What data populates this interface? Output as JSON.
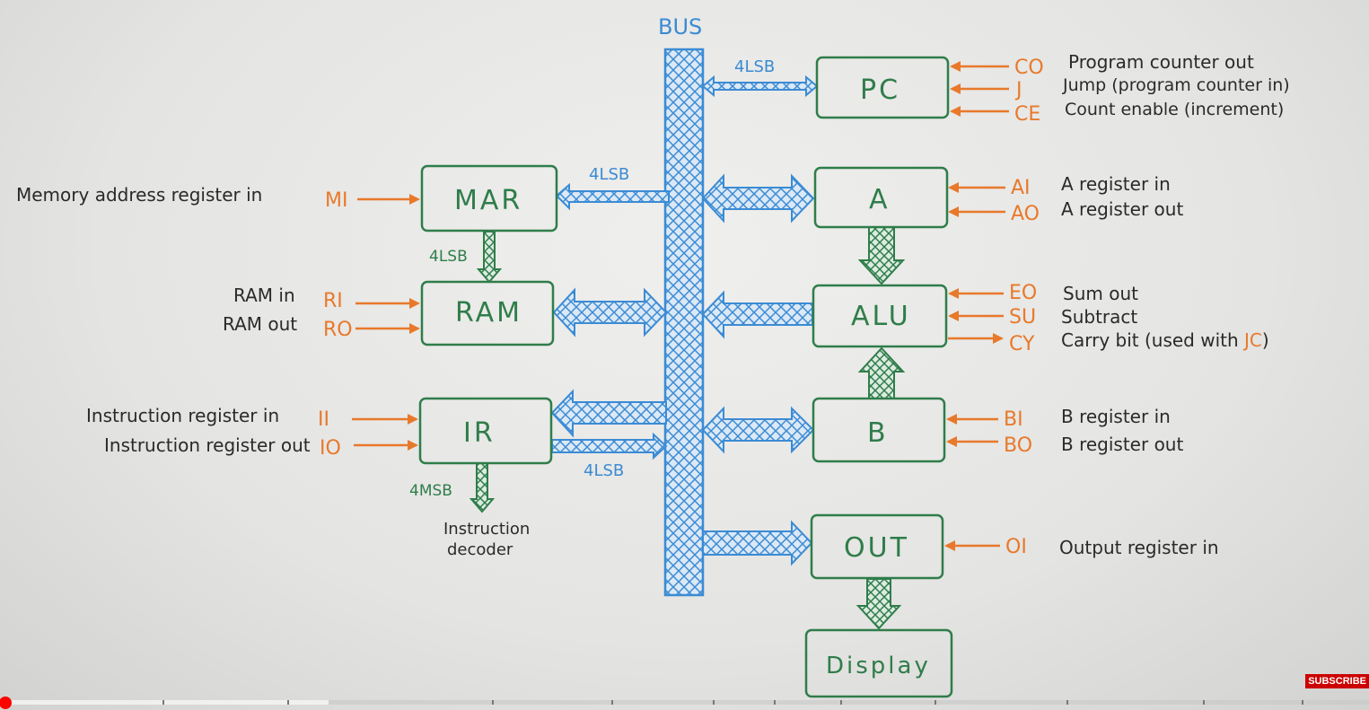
{
  "bus": {
    "label": "BUS"
  },
  "blocks": {
    "pc": "PC",
    "mar": "MAR",
    "ram": "RAM",
    "ir": "IR",
    "a": "A",
    "alu": "ALU",
    "b": "B",
    "out": "OUT",
    "display": "Display"
  },
  "bus_labels": {
    "pc": "4LSB",
    "mar": "4LSB",
    "mar_ram": "4LSB",
    "ir_out": "4LSB",
    "ir_decoder": "4MSB"
  },
  "decoder_label": [
    "Instruction",
    "decoder"
  ],
  "signals_left": [
    {
      "code": "MI",
      "desc": "Memory address register in"
    },
    {
      "code": "RI",
      "desc": "RAM in"
    },
    {
      "code": "RO",
      "desc": "RAM out"
    },
    {
      "code": "II",
      "desc": "Instruction register in"
    },
    {
      "code": "IO",
      "desc": "Instruction register out"
    }
  ],
  "signals_right": [
    {
      "code": "CO",
      "desc": "Program counter out"
    },
    {
      "code": "J",
      "desc": "Jump (program counter in)"
    },
    {
      "code": "CE",
      "desc": "Count enable (increment)"
    },
    {
      "code": "AI",
      "desc": "A register in"
    },
    {
      "code": "AO",
      "desc": "A register out"
    },
    {
      "code": "EO",
      "desc": "Sum out"
    },
    {
      "code": "SU",
      "desc": "Subtract"
    },
    {
      "code": "CY",
      "desc": "Carry bit (used with ",
      "suffix": "JC",
      "end": ")"
    },
    {
      "code": "BI",
      "desc": "B register in"
    },
    {
      "code": "BO",
      "desc": "B register out"
    },
    {
      "code": "OI",
      "desc": "Output register in"
    }
  ],
  "player": {
    "progress_fraction": 0.0,
    "buffered_fraction": 0.24,
    "subscribe_label": "SUBSCRIBE"
  },
  "colors": {
    "bus": "#3b8bd4",
    "block": "#2f7d4a",
    "signal": "#e8792b",
    "progress": "#ff0000"
  }
}
